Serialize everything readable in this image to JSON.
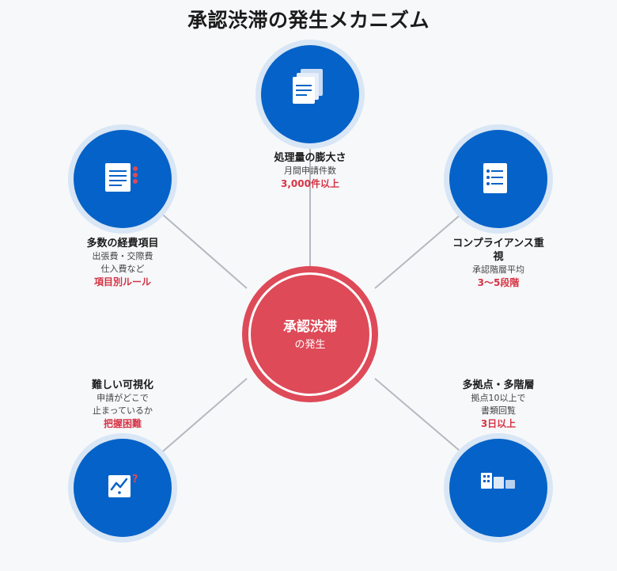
{
  "title": "承認渋滞の発生メカニズム",
  "center": {
    "line1": "承認渋滞",
    "line2": "の発生"
  },
  "colors": {
    "node": "#0562c8",
    "center": "#de4a58",
    "highlight": "#d63344",
    "connector": "#b5b9c0"
  },
  "nodes": [
    {
      "id": "volume",
      "icon": "documents-icon",
      "heading": "処理量の膨大さ",
      "sub": [
        "月間申請件数"
      ],
      "highlight": "3,000件以上"
    },
    {
      "id": "expense-items",
      "icon": "list-document-icon",
      "heading": "多数の経費項目",
      "sub": [
        "出張費・交際費",
        "仕入費など"
      ],
      "highlight": "項目別ルール"
    },
    {
      "id": "compliance",
      "icon": "checklist-icon",
      "heading": "コンプライアンス重視",
      "sub": [
        "承認階層平均"
      ],
      "highlight": "3〜5段階"
    },
    {
      "id": "visibility",
      "icon": "chart-question-icon",
      "heading": "難しい可視化",
      "sub": [
        "申請がどこで",
        "止まっているか"
      ],
      "highlight": "把握困難"
    },
    {
      "id": "multi-site",
      "icon": "buildings-icon",
      "heading": "多拠点・多階層",
      "sub": [
        "拠点10以上で",
        "書類回覧"
      ],
      "highlight": "3日以上"
    }
  ]
}
